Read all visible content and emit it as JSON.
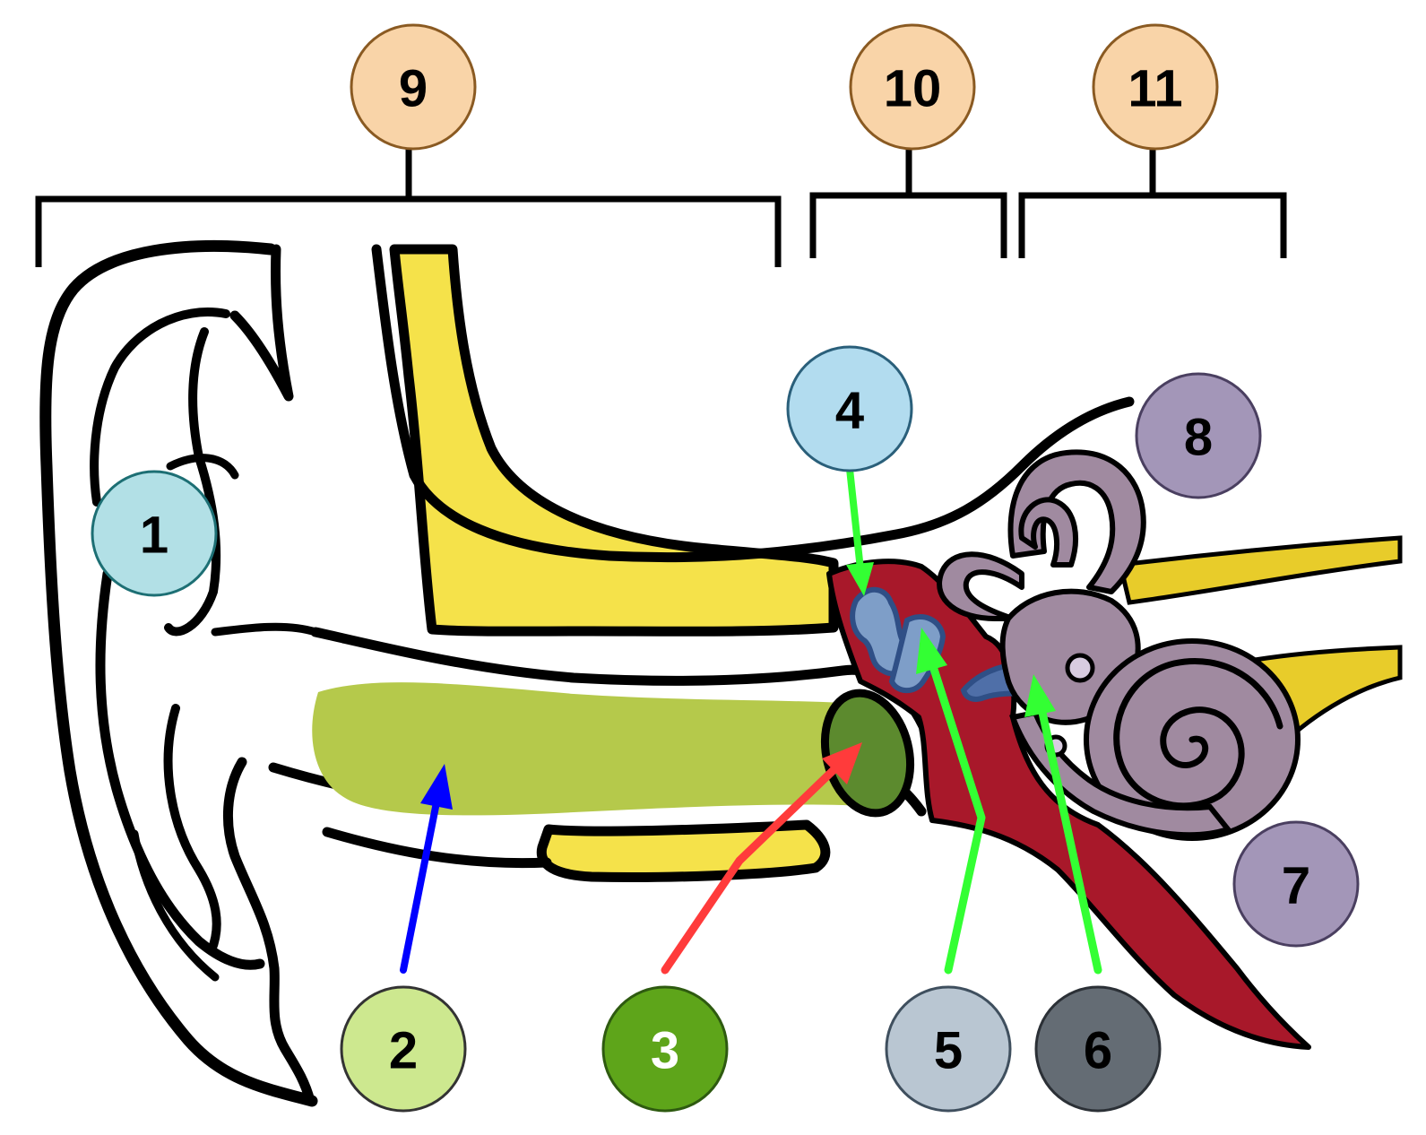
{
  "labels": {
    "l1": "1",
    "l2": "2",
    "l3": "3",
    "l4": "4",
    "l5": "5",
    "l6": "6",
    "l7": "7",
    "l8": "8",
    "l9": "9",
    "l10": "10",
    "l11": "11"
  },
  "colors": {
    "outline": "#000000",
    "bone": "#f5e24a",
    "canal": "#b5c94b",
    "eardrum": "#5c8a2e",
    "middle_ear": "#a8182a",
    "ossicle_light": "#7e9ec8",
    "ossicle_dark": "#2f4f86",
    "inner_ear": "#a08aa0",
    "nerve": "#e8cc2a",
    "arrow_blue": "#0000ff",
    "arrow_red": "#ff3b3b",
    "arrow_green": "#33ff33",
    "badge_1": "#b2e0e6",
    "badge_2": "#cde88f",
    "badge_3": "#5ea51a",
    "badge_4": "#b2dcef",
    "badge_5": "#b9c6d2",
    "badge_6": "#646c74",
    "badge_7": "#a396b8",
    "badge_8": "#a396b8",
    "badge_top": "#f9d4a8"
  }
}
